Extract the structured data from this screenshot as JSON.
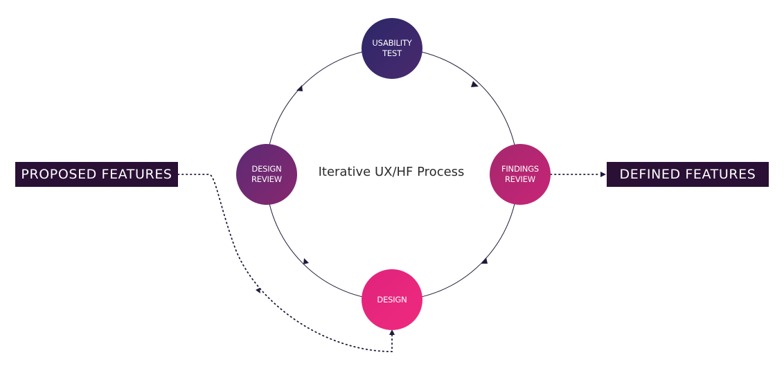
{
  "colors": {
    "box_fill": "#2a1035",
    "line": "#1f1a3a",
    "usability": [
      "#2b2768",
      "#4a2a6e"
    ],
    "design_review": [
      "#5b2a74",
      "#87286f"
    ],
    "findings_review": [
      "#a4286d",
      "#c82577"
    ],
    "design": [
      "#e0237d",
      "#ef2a7d"
    ]
  },
  "boxes": {
    "proposed": "PROPOSED FEATURES",
    "defined": "DEFINED FEATURES"
  },
  "center_label": "Iterative UX/HF Process",
  "nodes": {
    "usability_test": {
      "line1": "USABILITY",
      "line2": "TEST"
    },
    "design_review": {
      "line1": "DESIGN",
      "line2": "REVIEW"
    },
    "findings_review": {
      "line1": "FINDINGS",
      "line2": "REVIEW"
    },
    "design": {
      "line1": "DESIGN"
    }
  }
}
